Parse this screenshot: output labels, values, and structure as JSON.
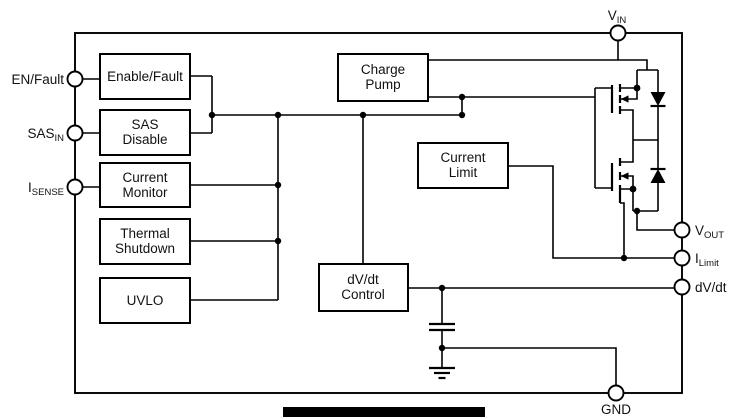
{
  "page": {
    "background": "#ffffff",
    "line_color": "#000000"
  },
  "diagram": {
    "type": "ic-functional-block-diagram",
    "pins": {
      "vin": {
        "main": "V",
        "sub": "IN"
      },
      "en_fault": {
        "main": "EN/Fault",
        "sub": ""
      },
      "sas_in": {
        "main": "SAS",
        "sub": "IN"
      },
      "i_sense": {
        "main": "I",
        "sub": "SENSE"
      },
      "vout": {
        "main": "V",
        "sub": "OUT"
      },
      "i_limit": {
        "main": "I",
        "sub": "Limit"
      },
      "dvdt": {
        "main": "dV/dt",
        "sub": ""
      },
      "gnd": {
        "main": "GND",
        "sub": ""
      }
    },
    "blocks": {
      "enable_fault": {
        "label": "Enable/Fault"
      },
      "sas_disable": {
        "line1": "SAS",
        "line2": "Disable"
      },
      "current_monitor": {
        "line1": "Current",
        "line2": "Monitor"
      },
      "thermal_shutdown": {
        "line1": "Thermal",
        "line2": "Shutdown"
      },
      "uvlo": {
        "label": "UVLO"
      },
      "charge_pump": {
        "line1": "Charge",
        "line2": "Pump"
      },
      "current_limit": {
        "line1": "Current",
        "line2": "Limit"
      },
      "dvdt_control": {
        "line1": "dV/dt",
        "line2": "Control"
      }
    }
  }
}
